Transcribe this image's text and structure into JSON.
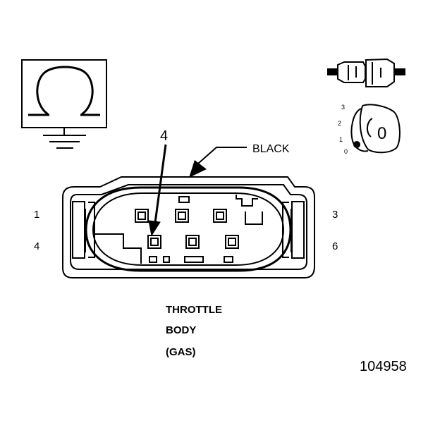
{
  "ground_symbol_icon": "ohm-ground-symbol-icon",
  "connector": {
    "color_label": "BLACK",
    "callout_pin": "4",
    "pin_labels": {
      "top_left": "1",
      "bottom_left": "4",
      "top_right": "3",
      "bottom_right": "6"
    }
  },
  "lock_diagram": {
    "positions": [
      "3",
      "2",
      "1",
      "0"
    ],
    "state_label": "0"
  },
  "title_lines": [
    "THROTTLE",
    "BODY",
    "(GAS)"
  ],
  "figure_number": "104958"
}
